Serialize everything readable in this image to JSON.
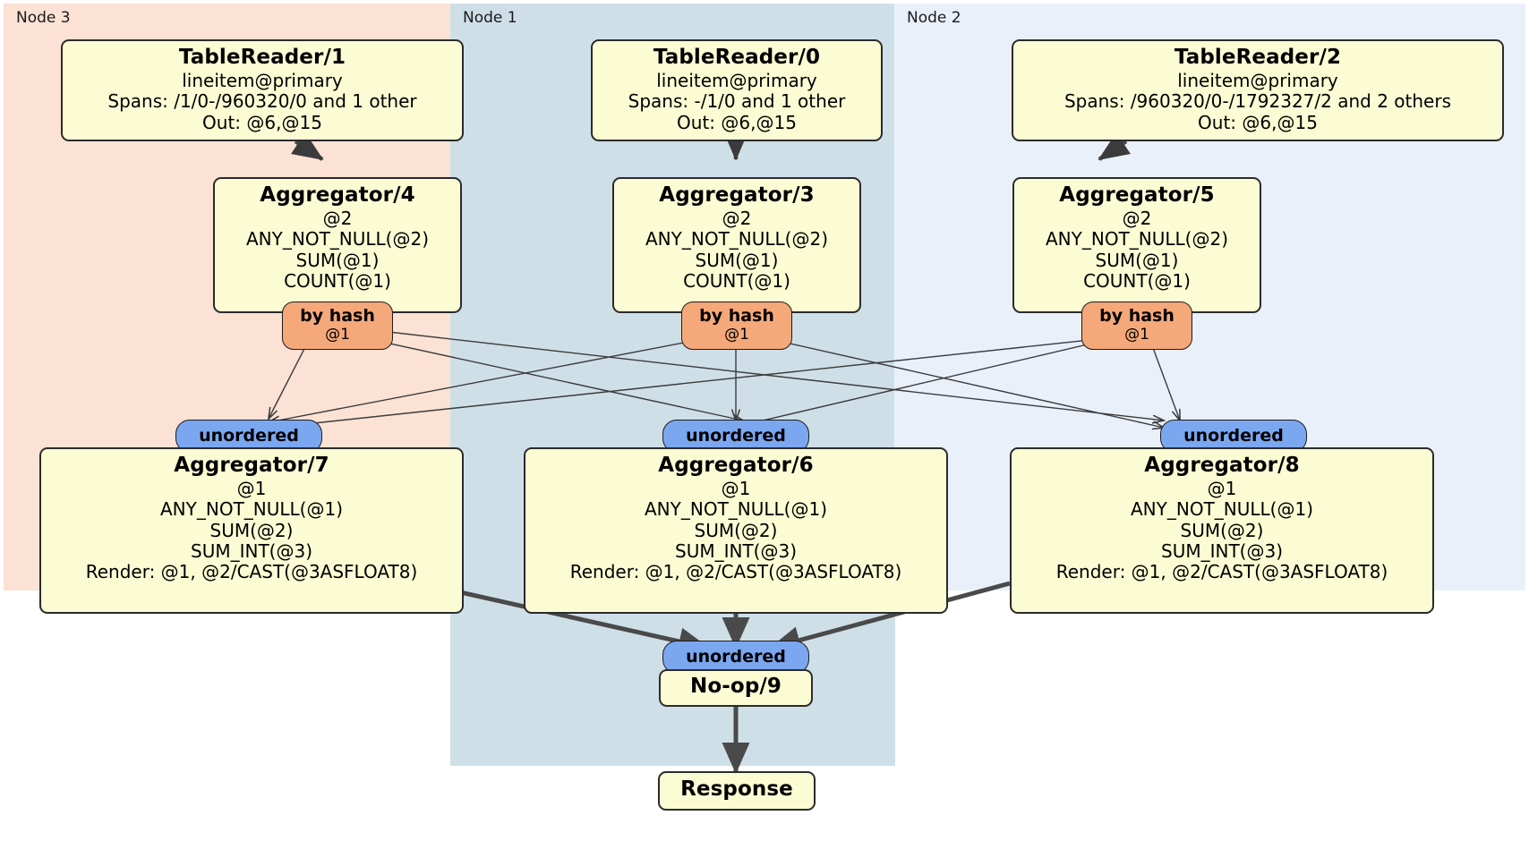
{
  "diagram": {
    "type": "distributed-query-plan",
    "colors": {
      "node3_bg": "#fbe2d5",
      "node1_bg": "#cfdfe8",
      "node2_bg": "#eaf0fa",
      "processor_bg": "#fbfbd4",
      "hash_badge_bg": "#f5a87a",
      "unordered_badge_bg": "#7ba7f0",
      "edge": "#3b3b3b",
      "border": "#2b2b2b"
    }
  },
  "regions": [
    {
      "id": "node3",
      "label": "Node 3"
    },
    {
      "id": "node1",
      "label": "Node 1"
    },
    {
      "id": "node2",
      "label": "Node 2"
    }
  ],
  "processors": {
    "table_reader_1": {
      "title": "TableReader/1",
      "lines": [
        "lineitem@primary",
        "Spans: /1/0-/960320/0 and 1 other",
        "Out: @6,@15"
      ]
    },
    "table_reader_0": {
      "title": "TableReader/0",
      "lines": [
        "lineitem@primary",
        "Spans: -/1/0 and 1 other",
        "Out: @6,@15"
      ]
    },
    "table_reader_2": {
      "title": "TableReader/2",
      "lines": [
        "lineitem@primary",
        "Spans: /960320/0-/1792327/2 and 2 others",
        "Out: @6,@15"
      ]
    },
    "aggregator_4": {
      "title": "Aggregator/4",
      "lines": [
        "@2",
        "ANY_NOT_NULL(@2)",
        "SUM(@1)",
        "COUNT(@1)"
      ]
    },
    "aggregator_3": {
      "title": "Aggregator/3",
      "lines": [
        "@2",
        "ANY_NOT_NULL(@2)",
        "SUM(@1)",
        "COUNT(@1)"
      ]
    },
    "aggregator_5": {
      "title": "Aggregator/5",
      "lines": [
        "@2",
        "ANY_NOT_NULL(@2)",
        "SUM(@1)",
        "COUNT(@1)"
      ]
    },
    "aggregator_7": {
      "title": "Aggregator/7",
      "lines": [
        "@1",
        "ANY_NOT_NULL(@1)",
        "SUM(@2)",
        "SUM_INT(@3)",
        "Render: @1, @2/CAST(@3ASFLOAT8)"
      ]
    },
    "aggregator_6": {
      "title": "Aggregator/6",
      "lines": [
        "@1",
        "ANY_NOT_NULL(@1)",
        "SUM(@2)",
        "SUM_INT(@3)",
        "Render: @1, @2/CAST(@3ASFLOAT8)"
      ]
    },
    "aggregator_8": {
      "title": "Aggregator/8",
      "lines": [
        "@1",
        "ANY_NOT_NULL(@1)",
        "SUM(@2)",
        "SUM_INT(@3)",
        "Render: @1, @2/CAST(@3ASFLOAT8)"
      ]
    },
    "noop_9": {
      "title": "No-op/9",
      "lines": []
    },
    "response": {
      "title": "Response",
      "lines": []
    }
  },
  "badges": {
    "hash_4": {
      "label": "by hash",
      "sublabel": "@1"
    },
    "hash_3": {
      "label": "by hash",
      "sublabel": "@1"
    },
    "hash_5": {
      "label": "by hash",
      "sublabel": "@1"
    },
    "unordered_7": {
      "label": "unordered"
    },
    "unordered_6": {
      "label": "unordered"
    },
    "unordered_8": {
      "label": "unordered"
    },
    "unordered_9": {
      "label": "unordered"
    }
  }
}
